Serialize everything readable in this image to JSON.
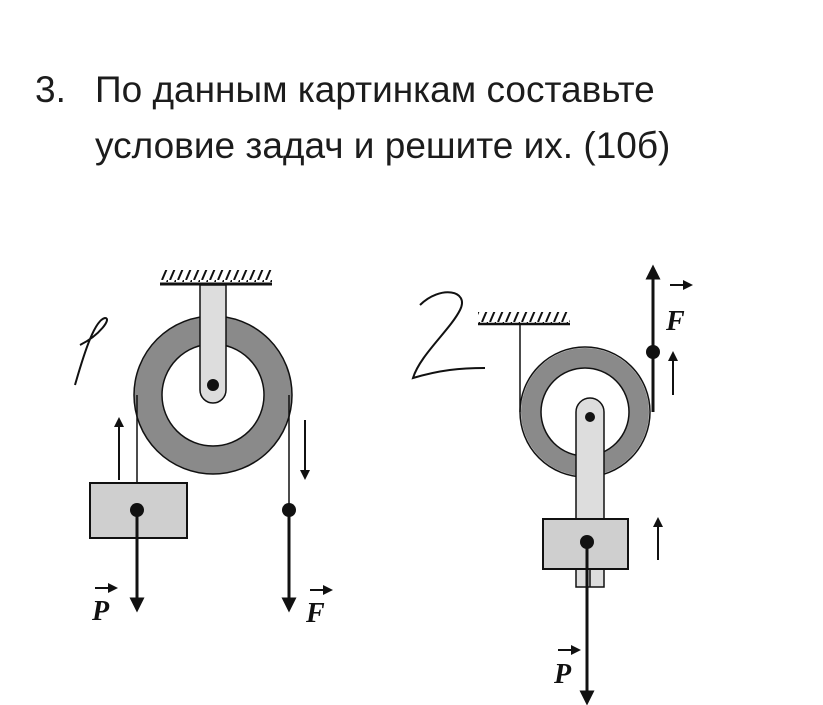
{
  "task": {
    "number": "3.",
    "line1": "По данным картинкам составьте",
    "line2": "условие задач и решите их. (10б)"
  },
  "figures": [
    {
      "handwritten_label": "1",
      "force_labels": {
        "weight": "P",
        "force": "F"
      }
    },
    {
      "handwritten_label": "2",
      "force_labels": {
        "weight": "P",
        "force": "F"
      }
    }
  ],
  "colors": {
    "ink": "#111111",
    "pulley": "#8a8a8a",
    "block": "#cfcfcf"
  }
}
